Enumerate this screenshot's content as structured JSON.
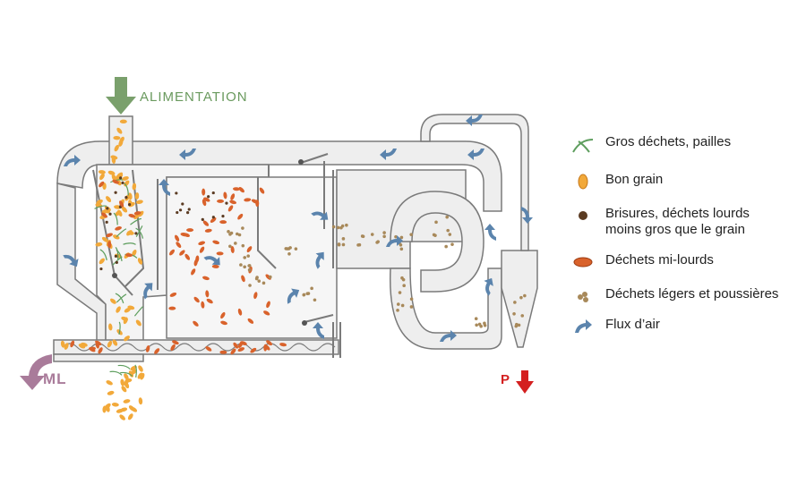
{
  "labels": {
    "alimentation": "ALIMENTATION",
    "ml": "ML",
    "p": "P"
  },
  "legend": [
    {
      "icon": "straw-icon",
      "line1": "Gros déchets, pailles",
      "line2": ""
    },
    {
      "icon": "good-grain-icon",
      "line1": "Bon grain",
      "line2": ""
    },
    {
      "icon": "broken-grain-icon",
      "line1": "Brisures, déchets lourds",
      "line2": "moins gros que le grain"
    },
    {
      "icon": "medium-waste-icon",
      "line1": "Déchets mi-lourds",
      "line2": ""
    },
    {
      "icon": "dust-icon",
      "line1": "Déchets légers et poussières",
      "line2": ""
    },
    {
      "icon": "airflow-icon",
      "line1": "Flux d’air",
      "line2": ""
    }
  ],
  "colors": {
    "wall": "#7a7a7a",
    "duct_fill": "#eeeeee",
    "good_grain": "#f2a93a",
    "medium_waste": "#d9622b",
    "broken": "#5b3b22",
    "dust": "#a8895a",
    "straw": "#5e9e5e",
    "airflow": "#5b84ad",
    "feed_arrow": "#7aa06c",
    "ml_arrow": "#a97b9a",
    "p_arrow": "#d42020"
  }
}
